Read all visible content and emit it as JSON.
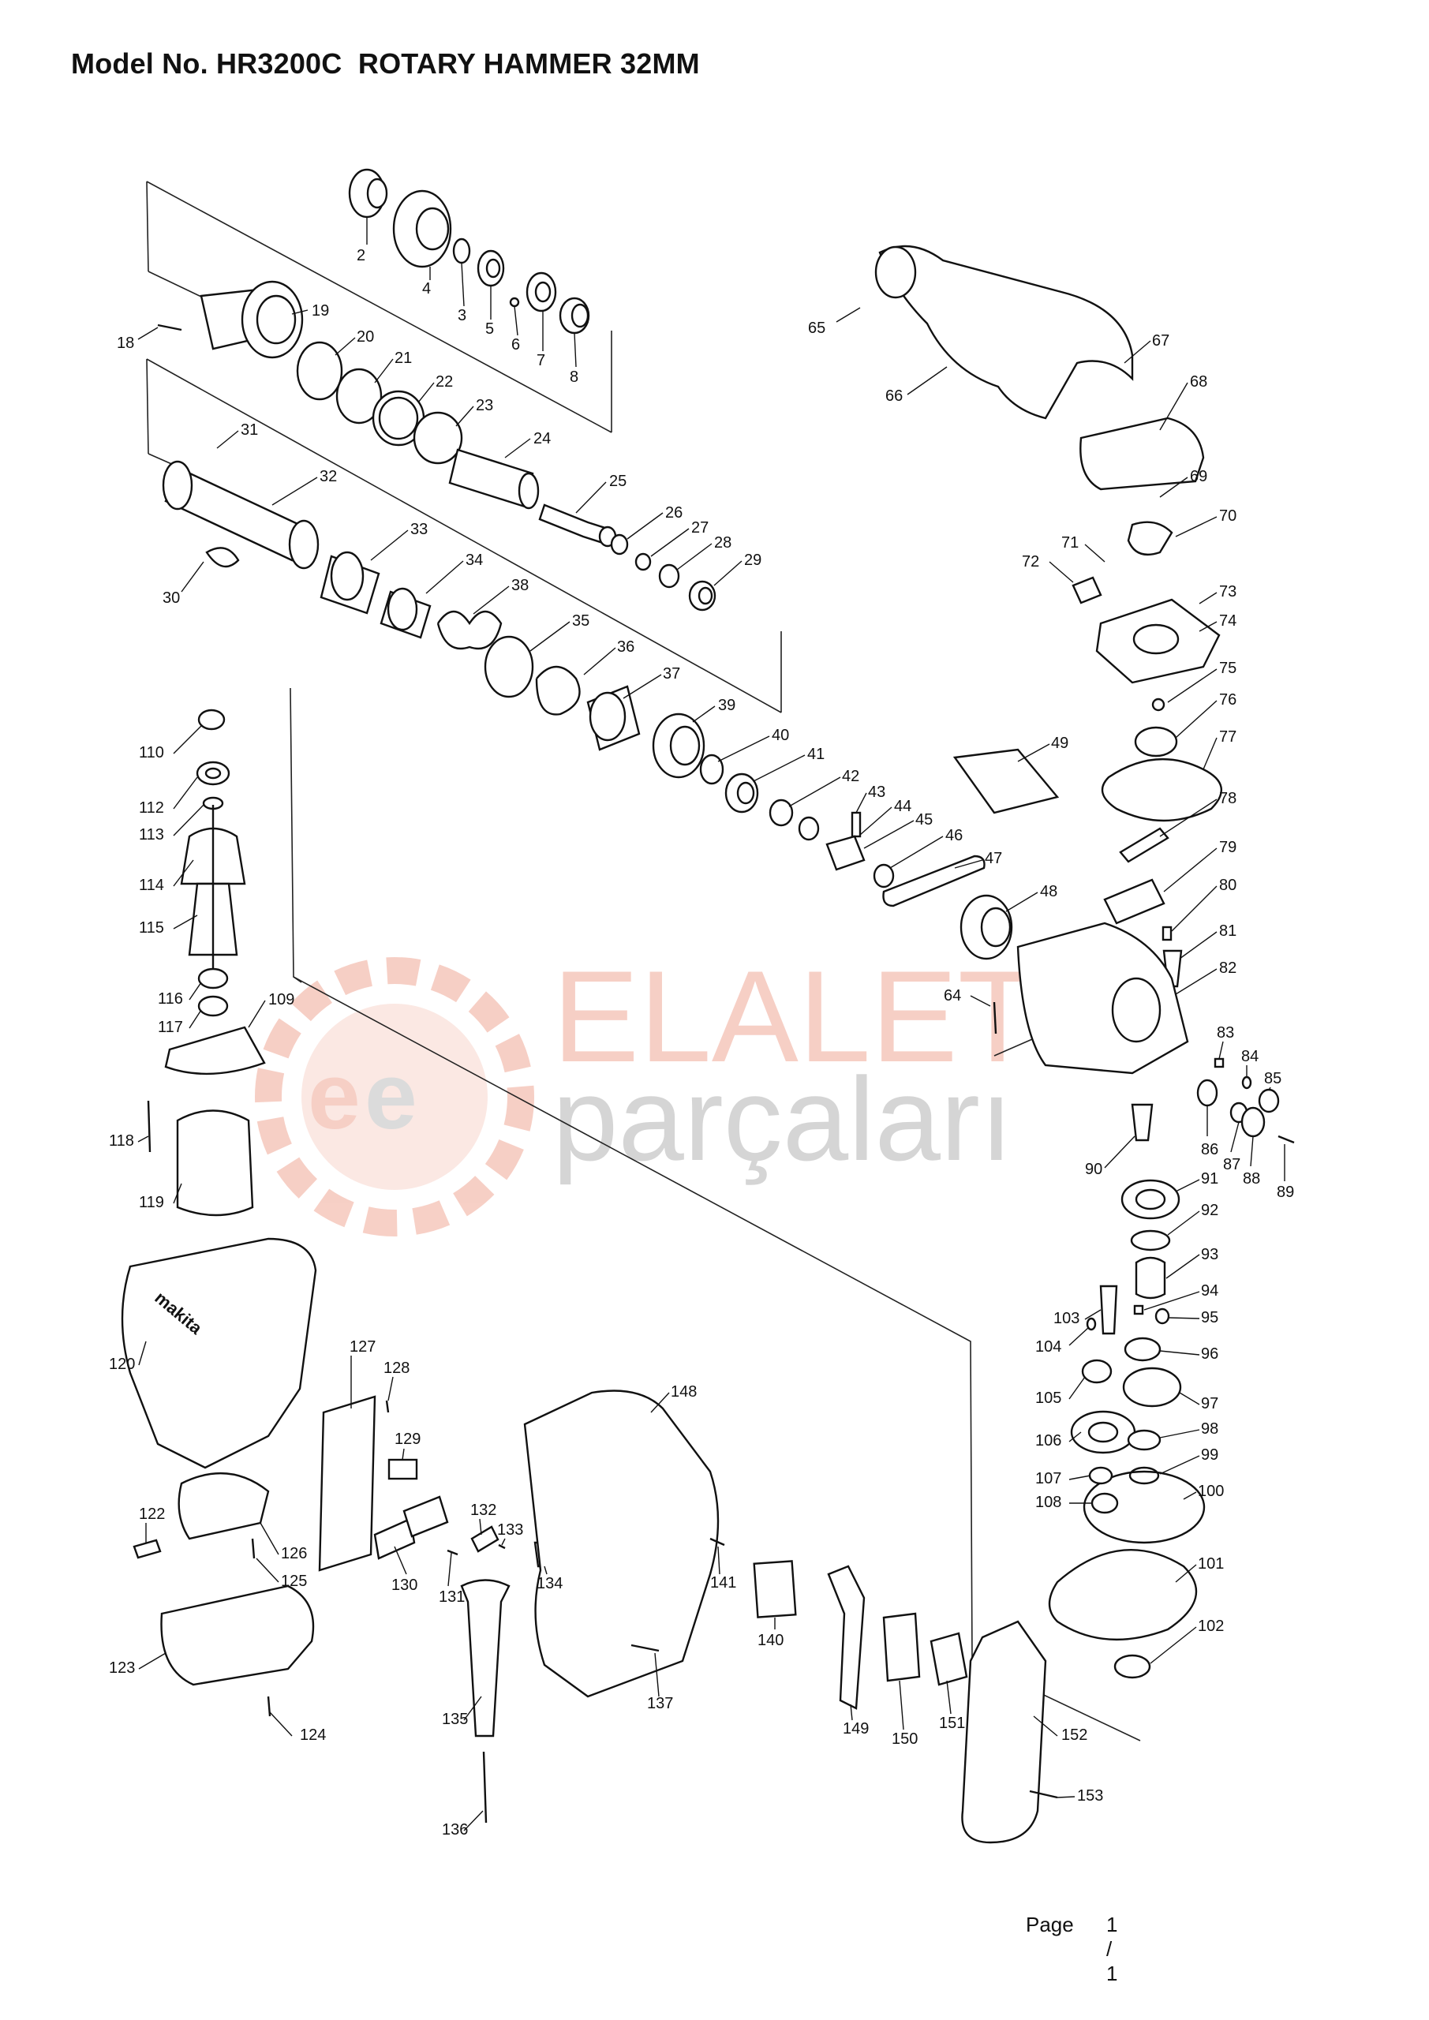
{
  "header": {
    "title": "Model No. HR3200C  ROTARY HAMMER 32MM"
  },
  "watermark": {
    "line1": "ELALETİ",
    "line2": "parçaları",
    "color_primary": "#e8775c",
    "color_secondary": "#8a8a8a"
  },
  "footer": {
    "page_label": "Page",
    "page_number": "1 / 1"
  },
  "callouts": [
    "2",
    "3",
    "4",
    "5",
    "6",
    "7",
    "8",
    "18",
    "19",
    "20",
    "21",
    "22",
    "23",
    "24",
    "25",
    "26",
    "27",
    "28",
    "29",
    "30",
    "31",
    "32",
    "33",
    "34",
    "35",
    "36",
    "37",
    "38",
    "39",
    "40",
    "41",
    "42",
    "43",
    "44",
    "45",
    "46",
    "47",
    "48",
    "49",
    "64",
    "65",
    "66",
    "67",
    "68",
    "69",
    "70",
    "71",
    "72",
    "73",
    "74",
    "75",
    "76",
    "77",
    "78",
    "79",
    "80",
    "81",
    "82",
    "83",
    "84",
    "85",
    "86",
    "87",
    "88",
    "89",
    "90",
    "91",
    "92",
    "93",
    "94",
    "95",
    "96",
    "97",
    "98",
    "99",
    "100",
    "101",
    "102",
    "103",
    "104",
    "105",
    "106",
    "107",
    "108",
    "109",
    "110",
    "112",
    "113",
    "114",
    "115",
    "116",
    "117",
    "118",
    "119",
    "120",
    "122",
    "123",
    "124",
    "125",
    "126",
    "127",
    "128",
    "129",
    "130",
    "131",
    "132",
    "133",
    "134",
    "135",
    "136",
    "137",
    "140",
    "141",
    "148",
    "149",
    "150",
    "151",
    "152",
    "153"
  ],
  "brand_on_housing": "makita"
}
